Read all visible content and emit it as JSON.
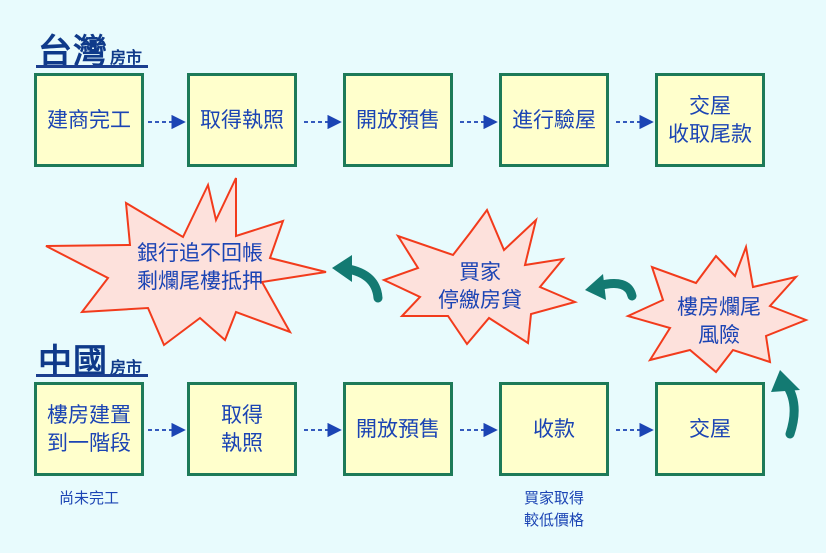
{
  "taiwan": {
    "title_big": "台灣",
    "title_small": "房市",
    "steps": [
      {
        "lines": [
          "建商完工"
        ]
      },
      {
        "lines": [
          "取得執照"
        ]
      },
      {
        "lines": [
          "開放預售"
        ]
      },
      {
        "lines": [
          "進行驗屋"
        ]
      },
      {
        "lines": [
          "交屋",
          "收取尾款"
        ]
      }
    ]
  },
  "china": {
    "title_big": "中國",
    "title_small": "房市",
    "steps": [
      {
        "lines": [
          "樓房建置",
          "到一階段"
        ]
      },
      {
        "lines": [
          "取得",
          "執照"
        ]
      },
      {
        "lines": [
          "開放預售"
        ]
      },
      {
        "lines": [
          "收款"
        ]
      },
      {
        "lines": [
          "交屋"
        ]
      }
    ],
    "notes": {
      "under_step_1": [
        "尚未完工"
      ],
      "under_step_4": [
        "買家取得",
        "較低價格"
      ]
    }
  },
  "bursts": [
    {
      "lines": [
        "銀行追不回帳",
        "剩爛尾樓抵押"
      ]
    },
    {
      "lines": [
        "買家",
        "停繳房貸"
      ]
    },
    {
      "lines": [
        "樓房爛尾",
        "風險"
      ]
    }
  ],
  "colors": {
    "background": "#e8fbfd",
    "box_fill": "#ffffcc",
    "box_border": "#1d7a58",
    "text": "#1b44b4",
    "title": "#0f3a8a",
    "burst_fill": "#fde1dc",
    "burst_stroke": "#f23b1c",
    "curved_arrow": "#137a72"
  }
}
